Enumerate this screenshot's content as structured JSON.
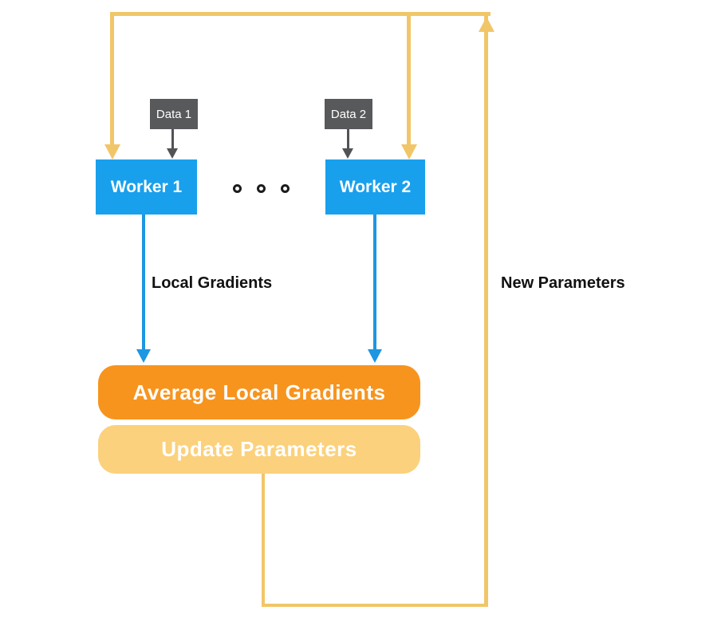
{
  "diagram": {
    "type": "flow-diagram",
    "topic": "data-parallel distributed training",
    "nodes": {
      "data1": "Data 1",
      "data2": "Data 2",
      "worker1": "Worker 1",
      "worker2": "Worker 2",
      "average_gradients": "Average Local Gradients",
      "update_parameters": "Update Parameters"
    },
    "labels": {
      "local_gradients": "Local Gradients",
      "new_parameters": "New Parameters"
    },
    "ellipsis_dots": 3,
    "colors": {
      "worker_blue": "#18A0ED",
      "gradient_arrow_blue": "#1E96E2",
      "data_gray": "#58595B",
      "data_arrow_gray": "#525355",
      "average_orange": "#F7941E",
      "update_light_orange": "#FBD17D",
      "loop_yellow": "#F1C669",
      "label_text": "#111111",
      "background": "#FFFFFF"
    }
  }
}
